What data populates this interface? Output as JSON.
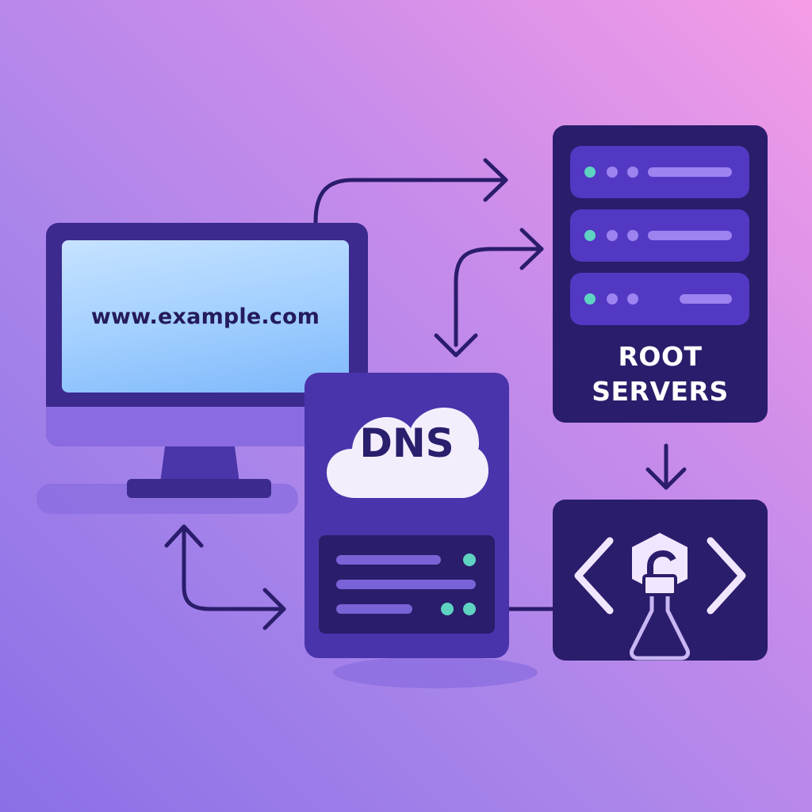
{
  "monitor": {
    "url": "www.example.com"
  },
  "dns_server": {
    "label": "DNS"
  },
  "root_servers": {
    "label_line1": "ROOT",
    "label_line2": "SERVERS"
  },
  "colors": {
    "dark_navy": "#2a1d6b",
    "server_purple": "#4a34ab",
    "screen_blue": "#a3d0ff",
    "accent_teal": "#5fd3c2",
    "accent_lavender": "#9c83f0",
    "arrow": "#2a1d6b"
  },
  "icons": {
    "monitor": "desktop-monitor-icon",
    "dns": "cloud-icon",
    "code": "code-brackets-icon",
    "lock": "padlock-icon",
    "flask": "flask-icon"
  }
}
